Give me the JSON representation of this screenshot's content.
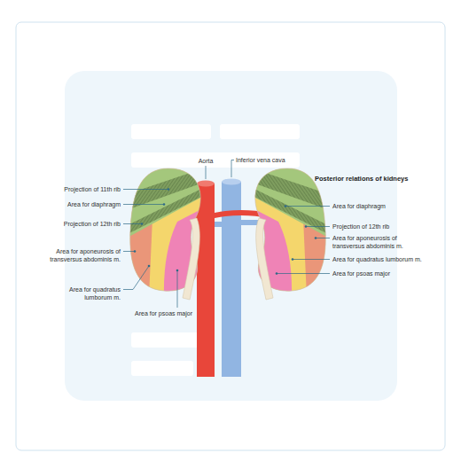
{
  "diagram": {
    "title": "Posterior relations of kidneys",
    "labels": [
      "Aorta",
      "Inferior vena cava",
      "Projection of 11th rib",
      "Area for diaphragm",
      "Projection of 12th rib",
      "Area for aponeurosis of transversus abdominis m.",
      "Area for quadratus lumborum m.",
      "Area for psoas major",
      "Area for diaphragm",
      "Projection of 12th rib",
      "Area for aponeurosis of transversus abdominis m.",
      "Area for quadratus lumborum m.",
      "Area for psoas major"
    ]
  }
}
